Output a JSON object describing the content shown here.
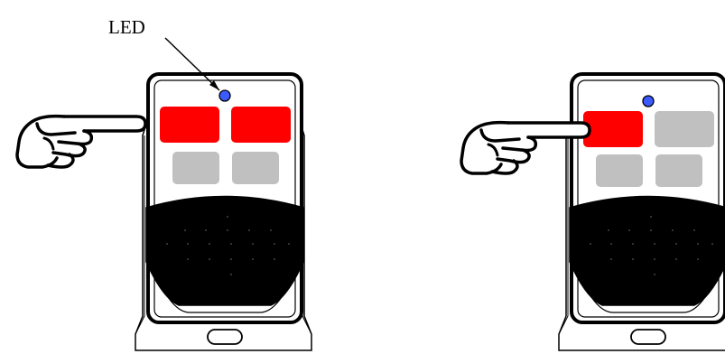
{
  "diagram": {
    "led_label": "LED",
    "colors": {
      "outline": "#000000",
      "button_active": "#ff0000",
      "button_inactive": "#c0c0c0",
      "led": "#3b5bff",
      "grille": "#000000"
    },
    "remotes": [
      {
        "id": "left",
        "pressed_buttons": [
          "top-left",
          "top-right"
        ],
        "led_labeled": true
      },
      {
        "id": "right",
        "pressed_buttons": [
          "top-left"
        ],
        "led_labeled": false
      }
    ],
    "icons": [
      "pointing-hand-icon",
      "pointing-hand-icon"
    ]
  }
}
